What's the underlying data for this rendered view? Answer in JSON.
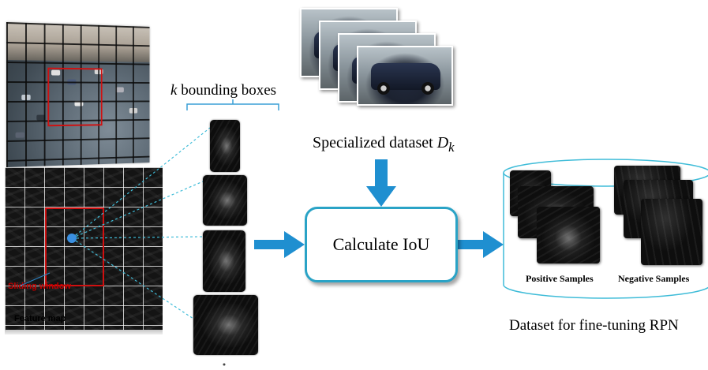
{
  "labels": {
    "k_var": "k",
    "bounding_boxes": " bounding boxes",
    "specialized_dataset": "Specialized dataset ",
    "d_var": "D",
    "k_sub": "k",
    "calculate_iou": "Calculate IoU",
    "positive_samples": "Positive Samples",
    "negative_samples": "Negative Samples",
    "sliding_window": "Sliding window",
    "feature_map": "Feature map",
    "dataset_fine_tuning": "Dataset for fine-tuning RPN"
  },
  "colors": {
    "arrow": "#1f8fd0",
    "box_border": "#2aa3c6",
    "window_red": "#d01010",
    "dashed_line": "#3fbcd8",
    "bracket": "#3a9fd5"
  }
}
